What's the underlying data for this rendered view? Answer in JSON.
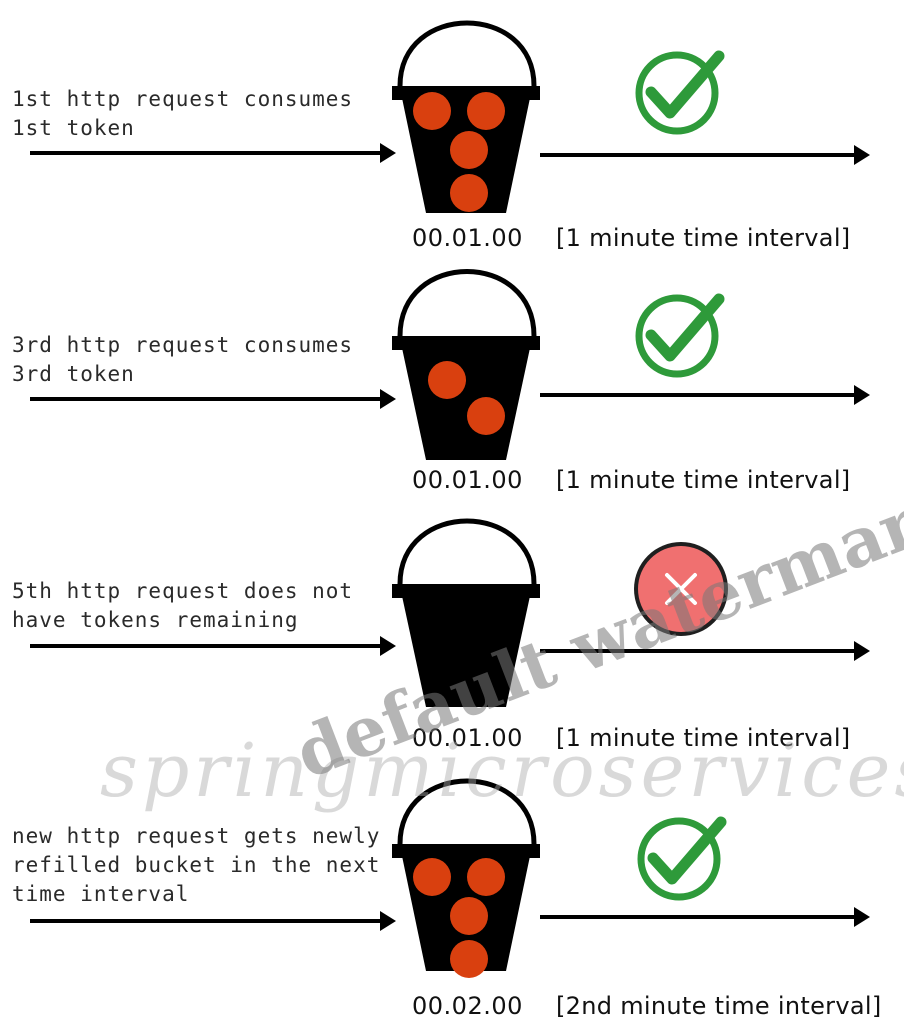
{
  "colors": {
    "token": "#d9400f",
    "check": "#2e9a3a",
    "cross_fill": "#f07070",
    "bucket": "#000000"
  },
  "rows": [
    {
      "label": "1st http request consumes\n1st token",
      "time": "00.01.00",
      "interval": "[1 minute time interval]",
      "tokens_remaining": 4,
      "status_icon": "check-icon"
    },
    {
      "label": "3rd http request consumes\n3rd token",
      "time": "00.01.00",
      "interval": "[1 minute time interval]",
      "tokens_remaining": 2,
      "status_icon": "check-icon"
    },
    {
      "label": "5th http request does not\nhave tokens remaining",
      "time": "00.01.00",
      "interval": "[1 minute time interval]",
      "tokens_remaining": 0,
      "status_icon": "cross-icon"
    },
    {
      "label": "new http request gets newly\nrefilled bucket in the next\ntime interval",
      "time": "00.02.00",
      "interval": "[2nd minute time interval]",
      "tokens_remaining": 4,
      "status_icon": "check-icon"
    }
  ],
  "watermarks": {
    "site": "springmicroservices.com",
    "default": "default watermark"
  }
}
